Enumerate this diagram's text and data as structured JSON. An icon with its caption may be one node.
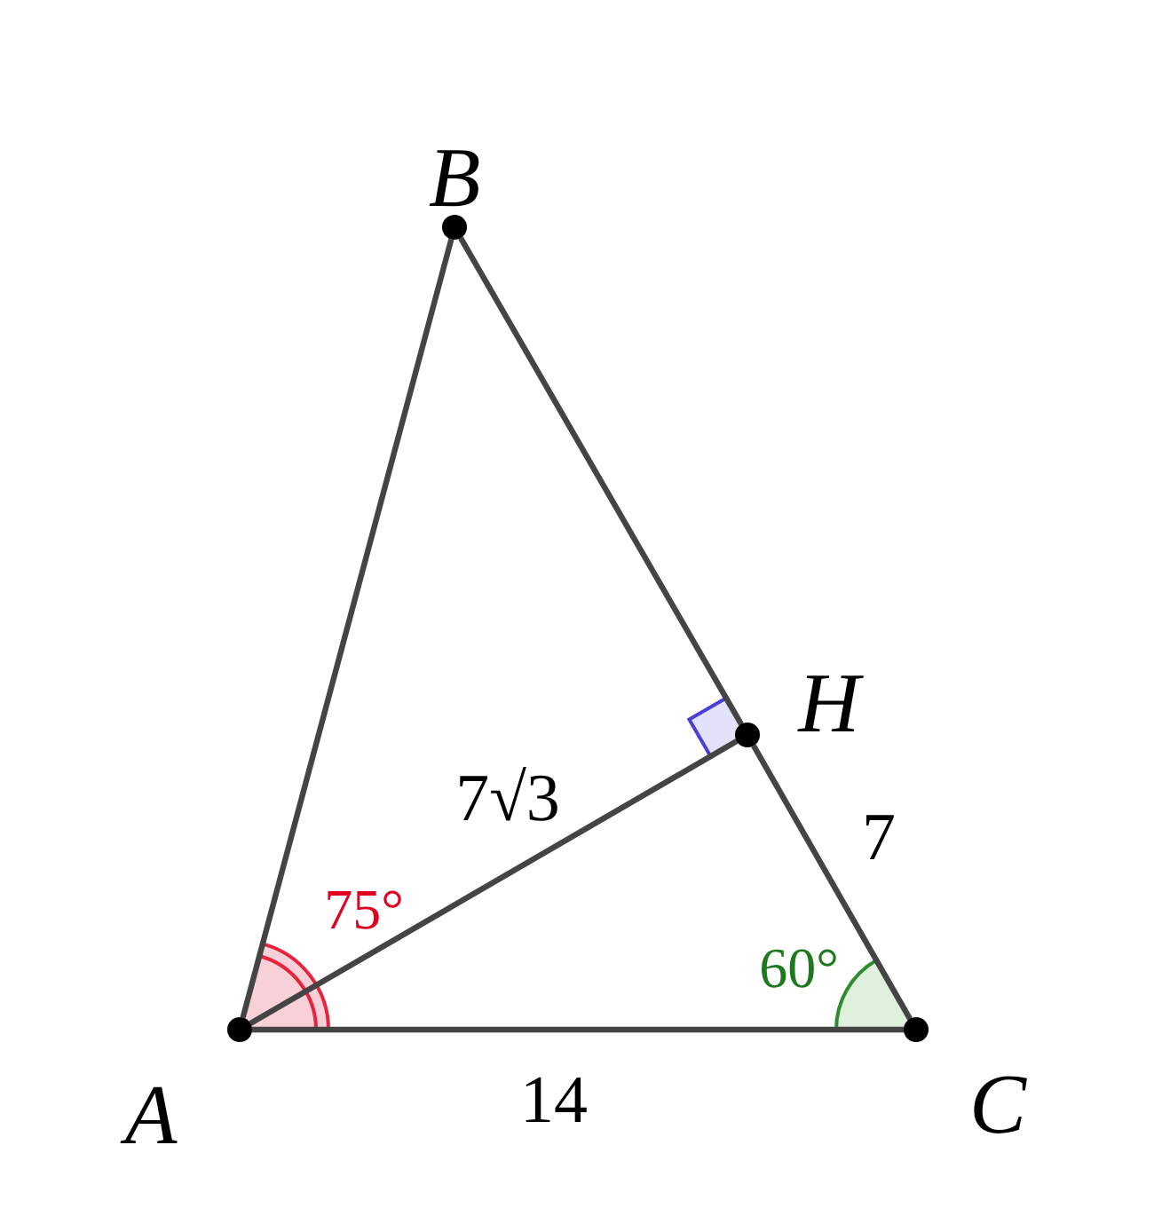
{
  "diagram": {
    "nodes": [
      {
        "text": [
          "A"
        ]
      },
      {
        "text": [
          "B"
        ]
      },
      {
        "text": [
          "C"
        ]
      },
      {
        "text": [
          "H"
        ]
      }
    ],
    "edges": [
      {
        "from": 0,
        "to": 1,
        "arrow": "none"
      },
      {
        "from": 1,
        "to": 3,
        "arrow": "none"
      },
      {
        "from": 3,
        "to": 2,
        "arrow": "none",
        "label": "7"
      },
      {
        "from": 0,
        "to": 2,
        "arrow": "none",
        "label": "14"
      },
      {
        "from": 0,
        "to": 3,
        "arrow": "none",
        "label": "7√3"
      }
    ],
    "labels": [
      "75°",
      "60°"
    ]
  }
}
